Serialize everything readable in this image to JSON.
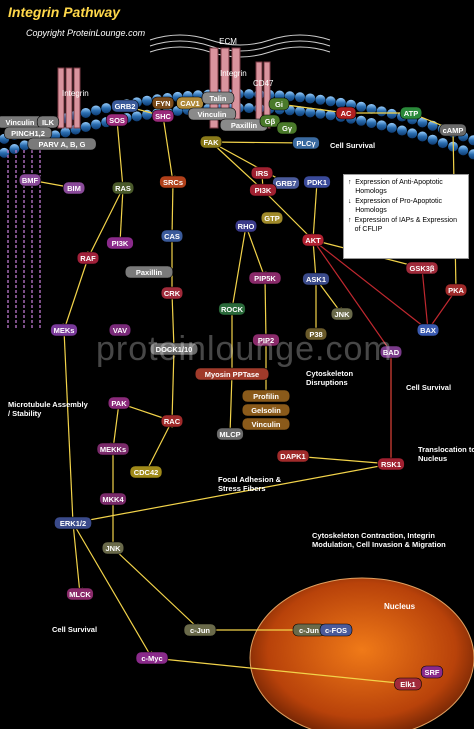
{
  "title": "Integrin Pathway",
  "copyright": "Copyright ProteinLounge.com",
  "watermark": "proteinlounge.com",
  "membrane_labels": {
    "ecm": "ECM",
    "integrin_left": "Integrin",
    "integrin_center": "Integrin",
    "cd47": "CD47"
  },
  "info_box": [
    {
      "arrow": "↑",
      "text": "Expression of Anti-Apoptotic Homologs"
    },
    {
      "arrow": "↓",
      "text": "Expression of Pro-Apoptotic Homologs"
    },
    {
      "arrow": "↑",
      "text": "Expression of IAPs & Expression of CFLIP"
    }
  ],
  "nodes": [
    {
      "id": "vinculin-l",
      "label": "Vinculin",
      "color": "#7a7a7a"
    },
    {
      "id": "ilk",
      "label": "ILK",
      "color": "#7a7a7a"
    },
    {
      "id": "pinch",
      "label": "PINCH1,2",
      "color": "#7a7a7a"
    },
    {
      "id": "parv",
      "label": "PARV A, B, G",
      "color": "#7a7a7a"
    },
    {
      "id": "bmf",
      "label": "BMF",
      "color": "#8a4a9a"
    },
    {
      "id": "bim",
      "label": "BIM",
      "color": "#8a4a9a"
    },
    {
      "id": "grb2",
      "label": "GRB2",
      "color": "#3a5a9a"
    },
    {
      "id": "sos",
      "label": "SOS",
      "color": "#9a2a7a"
    },
    {
      "id": "fyn",
      "label": "FYN",
      "color": "#7a4a1a"
    },
    {
      "id": "cav1",
      "label": "CAV1",
      "color": "#b08a3a"
    },
    {
      "id": "shc",
      "label": "SHC",
      "color": "#9a2a7a"
    },
    {
      "id": "talin",
      "label": "Talin",
      "color": "#8a8a8a"
    },
    {
      "id": "vinculin-c",
      "label": "Vinculin",
      "color": "#8a8a8a"
    },
    {
      "id": "paxillin-c",
      "label": "Paxillin",
      "color": "#8a8a8a"
    },
    {
      "id": "fak",
      "label": "FAK",
      "color": "#8a7a1a"
    },
    {
      "id": "gi",
      "label": "Gi",
      "color": "#4a7a2a"
    },
    {
      "id": "gbg",
      "label": "Gβ",
      "color": "#4a7a2a"
    },
    {
      "id": "gg",
      "label": "Gγ",
      "color": "#4a7a2a"
    },
    {
      "id": "ac",
      "label": "AC",
      "color": "#b02020"
    },
    {
      "id": "atp",
      "label": "ATP",
      "color": "#2a8a3a"
    },
    {
      "id": "camp",
      "label": "cAMP",
      "color": "#6a6a6a"
    },
    {
      "id": "plc",
      "label": "PLCγ",
      "color": "#3a6aa0"
    },
    {
      "id": "grb7",
      "label": "GRB7",
      "color": "#4a5a9a"
    },
    {
      "id": "irs",
      "label": "IRS",
      "color": "#a02030"
    },
    {
      "id": "pi3k-c",
      "label": "PI3K",
      "color": "#a02030"
    },
    {
      "id": "pdk1",
      "label": "PDK1",
      "color": "#3a4a9a"
    },
    {
      "id": "ras",
      "label": "RAS",
      "color": "#4a5a2a"
    },
    {
      "id": "srcs",
      "label": "SRCs",
      "color": "#b0401a"
    },
    {
      "id": "raf",
      "label": "RAF",
      "color": "#a0203a"
    },
    {
      "id": "pi3k-l",
      "label": "PI3K",
      "color": "#8a2a8a"
    },
    {
      "id": "cas",
      "label": "CAS",
      "color": "#3a5a9a"
    },
    {
      "id": "paxillin-l",
      "label": "Paxillin",
      "color": "#7a7a7a"
    },
    {
      "id": "crk",
      "label": "CRK",
      "color": "#a02a3a"
    },
    {
      "id": "rho",
      "label": "RHO",
      "color": "#3a3a8a"
    },
    {
      "id": "gtp",
      "label": "GTP",
      "color": "#a08a2a"
    },
    {
      "id": "akt",
      "label": "AKT",
      "color": "#b02030"
    },
    {
      "id": "gsk3b",
      "label": "GSK3β",
      "color": "#a02a3a"
    },
    {
      "id": "pka",
      "label": "PKA",
      "color": "#a02a2a"
    },
    {
      "id": "meks",
      "label": "MEKs",
      "color": "#7a3a9a"
    },
    {
      "id": "vav",
      "label": "VAV",
      "color": "#7a2a7a"
    },
    {
      "id": "dock",
      "label": "DOCK1/10",
      "color": "#6a6a6a"
    },
    {
      "id": "rock",
      "label": "ROCK",
      "color": "#2a6a3a"
    },
    {
      "id": "pip5k",
      "label": "PIP5K",
      "color": "#8a2a6a"
    },
    {
      "id": "ask1",
      "label": "ASK1",
      "color": "#3a4a8a"
    },
    {
      "id": "jnk-c",
      "label": "JNK",
      "color": "#6a6a4a"
    },
    {
      "id": "bax",
      "label": "BAX",
      "color": "#3a5ab0"
    },
    {
      "id": "pip2",
      "label": "PIP2",
      "color": "#8a2a6a"
    },
    {
      "id": "p38",
      "label": "P38",
      "color": "#6a5a2a"
    },
    {
      "id": "bad",
      "label": "BAD",
      "color": "#7a3a8a"
    },
    {
      "id": "myosin",
      "label": "Myosin PPTase",
      "color": "#a03a2a"
    },
    {
      "id": "profilin",
      "label": "Profilin",
      "color": "#8a5a1a"
    },
    {
      "id": "gelsolin",
      "label": "Gelsolin",
      "color": "#8a5a1a"
    },
    {
      "id": "vinculin-m",
      "label": "Vinculin",
      "color": "#8a5a1a"
    },
    {
      "id": "pak",
      "label": "PAK",
      "color": "#8a2a7a"
    },
    {
      "id": "rac",
      "label": "RAC",
      "color": "#a02a2a"
    },
    {
      "id": "mlcp",
      "label": "MLCP",
      "color": "#6a6a6a"
    },
    {
      "id": "mekks",
      "label": "MEKKs",
      "color": "#7a2a6a"
    },
    {
      "id": "cdc42",
      "label": "CDC42",
      "color": "#a08a1a"
    },
    {
      "id": "dapk1",
      "label": "DAPK1",
      "color": "#a02a2a"
    },
    {
      "id": "rsk1",
      "label": "RSK1",
      "color": "#a02030"
    },
    {
      "id": "mkk4",
      "label": "MKK4",
      "color": "#7a2a6a"
    },
    {
      "id": "erk",
      "label": "ERK1/2",
      "color": "#3a4a8a"
    },
    {
      "id": "jnk-l",
      "label": "JNK",
      "color": "#6a6a4a"
    },
    {
      "id": "mlck",
      "label": "MLCK",
      "color": "#8a2a6a"
    },
    {
      "id": "cjun-l",
      "label": "c-Jun",
      "color": "#6a6a4a"
    },
    {
      "id": "cmyc",
      "label": "c-Myc",
      "color": "#8a2a8a"
    },
    {
      "id": "cjun-n",
      "label": "c-Jun",
      "color": "#6a6a4a"
    },
    {
      "id": "cfos",
      "label": "c-FOS",
      "color": "#4a5a9a"
    },
    {
      "id": "elk1",
      "label": "Elk1",
      "color": "#a02a3a"
    },
    {
      "id": "srf",
      "label": "SRF",
      "color": "#8a2a8a"
    }
  ],
  "outcomes": [
    {
      "id": "cell-survival-1",
      "text": "Cell Survival"
    },
    {
      "id": "microtubule",
      "text": "Microtubule Assembly / Stability"
    },
    {
      "id": "cytoskeleton-disruptions",
      "text": "Cytoskeleton Disruptions"
    },
    {
      "id": "cell-survival-2",
      "text": "Cell Survival"
    },
    {
      "id": "translocation",
      "text": "Translocation to Nucleus"
    },
    {
      "id": "focal-adhesion",
      "text": "Focal Adhesion & Stress Fibers"
    },
    {
      "id": "cytoskeleton-contraction",
      "text": "Cytoskeleton Contraction, Integrin Modulation, Cell Invasion & Migration"
    },
    {
      "id": "cell-survival-3",
      "text": "Cell Survival"
    },
    {
      "id": "nucleus",
      "text": "Nucleus"
    }
  ],
  "colors": {
    "background": "#000000",
    "arrow": "#f2d34a",
    "inhibit": "#c0282f",
    "membrane": "#2a6db0",
    "nucleus": "#c24a0a"
  }
}
